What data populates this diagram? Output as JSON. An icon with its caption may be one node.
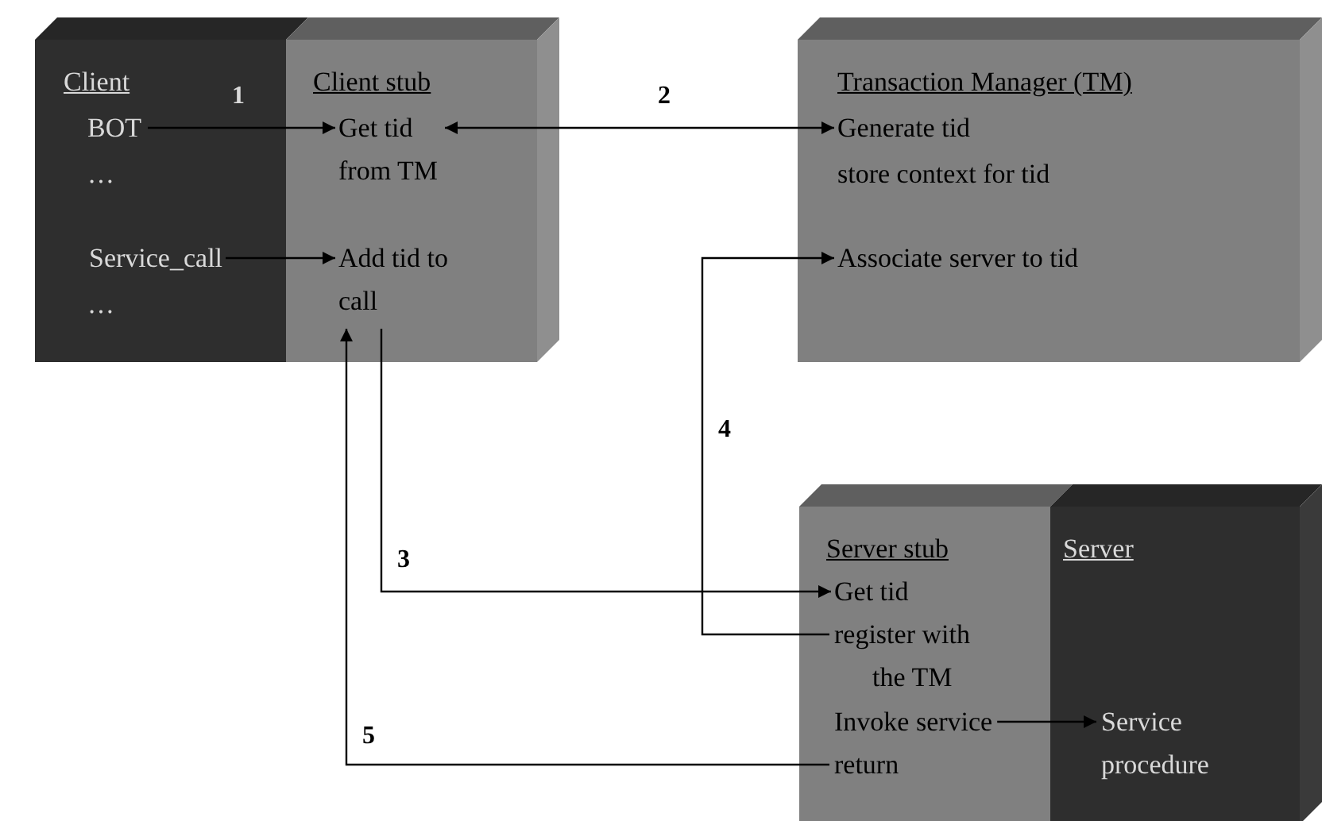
{
  "diagram": {
    "nodes": [
      {
        "text": [
          "Client"
        ]
      },
      {
        "text": [
          "BOT"
        ],
        "in": 0
      },
      {
        "text": [
          "…"
        ],
        "in": 0
      },
      {
        "text": [
          "Service_call"
        ],
        "in": 0
      },
      {
        "text": [
          "…"
        ],
        "in": 0
      },
      {
        "text": [
          "Client stub"
        ]
      },
      {
        "text": [
          "Get tid from TM"
        ],
        "in": 5
      },
      {
        "text": [
          "Add tid to call"
        ],
        "in": 5
      },
      {
        "text": [
          "Transaction Manager (TM)"
        ]
      },
      {
        "text": [
          "Generate tid"
        ],
        "in": 8
      },
      {
        "text": [
          "store context for tid"
        ],
        "in": 8
      },
      {
        "text": [
          "Associate server to tid"
        ],
        "in": 8
      },
      {
        "text": [
          "Server stub"
        ]
      },
      {
        "text": [
          "Get tid"
        ],
        "in": 12
      },
      {
        "text": [
          "register with the TM"
        ],
        "in": 12
      },
      {
        "text": [
          "Invoke service"
        ],
        "in": 12
      },
      {
        "text": [
          "return"
        ],
        "in": 12
      },
      {
        "text": [
          "Server"
        ]
      },
      {
        "text": [
          "Service procedure"
        ],
        "in": 17
      }
    ],
    "edges": [
      {
        "from": 1,
        "to": 6,
        "arrow": "to",
        "label": "1"
      },
      {
        "from": 6,
        "to": 9,
        "arrow": "both",
        "label": "2"
      },
      {
        "from": 3,
        "to": 7,
        "arrow": "to"
      },
      {
        "from": 7,
        "to": 13,
        "arrow": "to",
        "label": "3"
      },
      {
        "from": 14,
        "to": 11,
        "arrow": "to",
        "label": "4"
      },
      {
        "from": 16,
        "to": 7,
        "arrow": "to",
        "label": "5"
      },
      {
        "from": 15,
        "to": 18,
        "arrow": "to"
      }
    ]
  }
}
